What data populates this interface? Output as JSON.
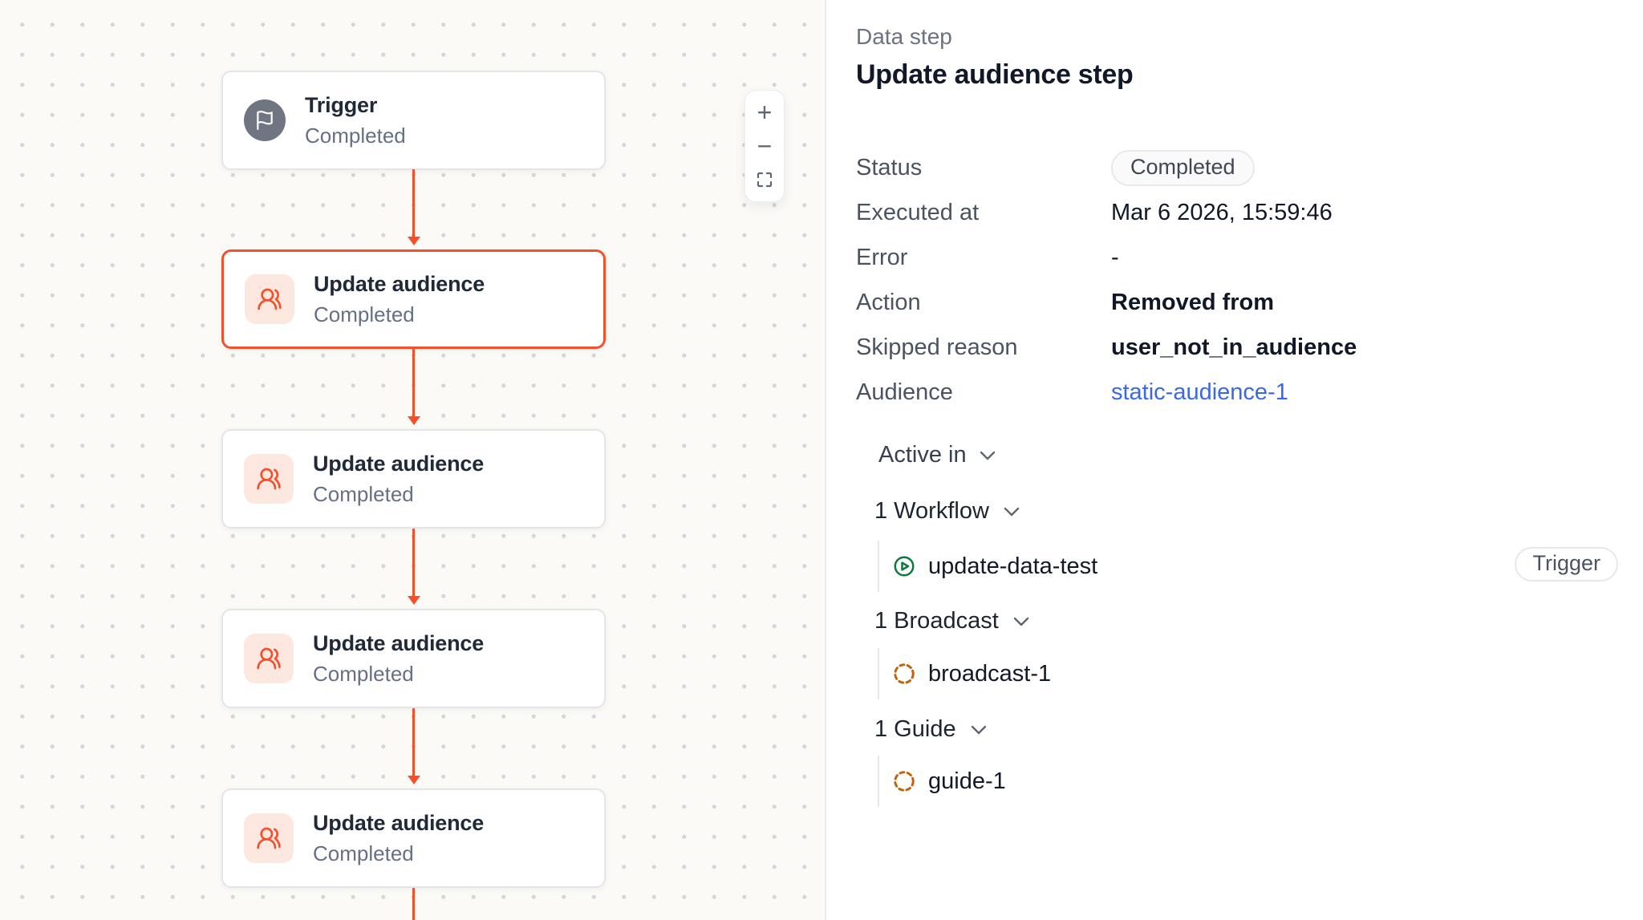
{
  "canvas": {
    "nodes": [
      {
        "title": "Trigger",
        "status": "Completed",
        "icon": "flag-icon",
        "selected": false
      },
      {
        "title": "Update audience",
        "status": "Completed",
        "icon": "users-icon",
        "selected": true
      },
      {
        "title": "Update audience",
        "status": "Completed",
        "icon": "users-icon",
        "selected": false
      },
      {
        "title": "Update audience",
        "status": "Completed",
        "icon": "users-icon",
        "selected": false
      },
      {
        "title": "Update audience",
        "status": "Completed",
        "icon": "users-icon",
        "selected": false
      }
    ],
    "zoom_controls": {
      "zoom_in": "+",
      "zoom_out": "−",
      "fit": "fit-screen"
    }
  },
  "panel": {
    "kicker": "Data step",
    "title": "Update audience step",
    "fields": [
      {
        "label": "Status",
        "value": "Completed",
        "type": "badge"
      },
      {
        "label": "Executed at",
        "value": "Mar 6 2026, 15:59:46",
        "type": "text"
      },
      {
        "label": "Error",
        "value": "-",
        "type": "plain"
      },
      {
        "label": "Action",
        "value": "Removed from",
        "type": "bold"
      },
      {
        "label": "Skipped reason",
        "value": "user_not_in_audience",
        "type": "bold"
      },
      {
        "label": "Audience",
        "value": "static-audience-1",
        "type": "link"
      }
    ],
    "active_in_label": "Active in",
    "groups": [
      {
        "header": "1 Workflow",
        "item": {
          "name": "update-data-test",
          "icon": "play-circle-icon",
          "badge": "Trigger"
        }
      },
      {
        "header": "1 Broadcast",
        "item": {
          "name": "broadcast-1",
          "icon": "dashed-circle-icon"
        }
      },
      {
        "header": "1 Guide",
        "item": {
          "name": "guide-1",
          "icon": "dashed-circle-icon"
        }
      }
    ]
  },
  "colors": {
    "accent": "#f4502a",
    "accent_icon_bg": "#fce8df",
    "link": "#3b68e8",
    "workflow_green": "#0e793c",
    "dashed_orange": "#c2630c",
    "trigger_gray": "#6f7682"
  }
}
